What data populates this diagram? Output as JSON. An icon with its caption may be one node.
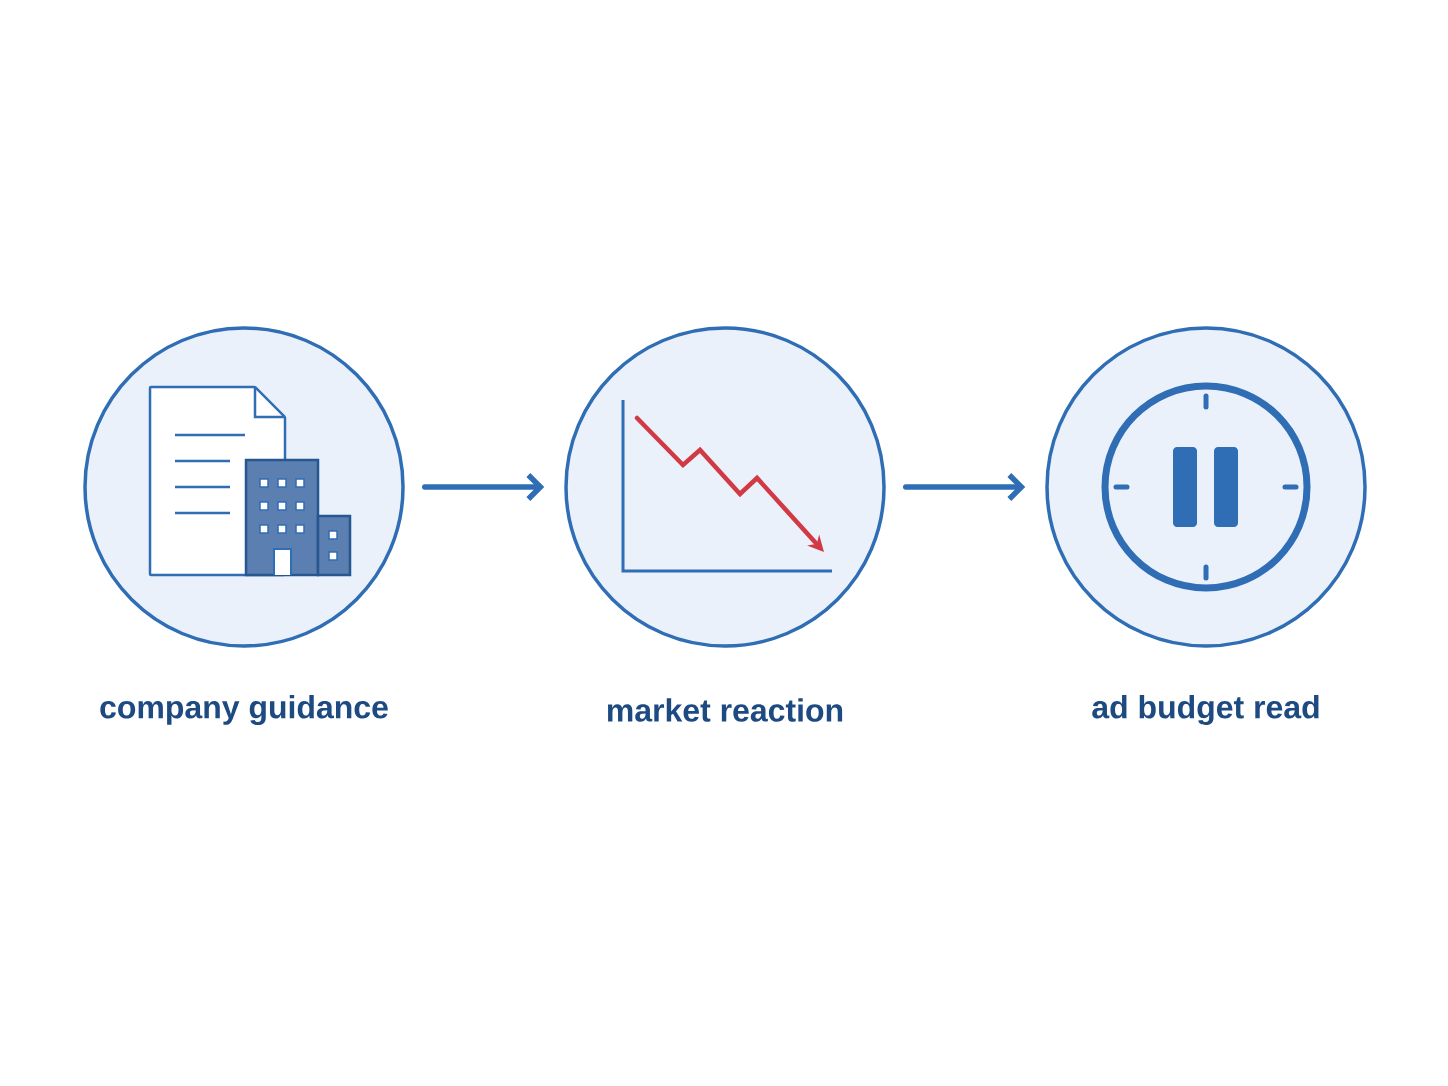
{
  "diagram": {
    "nodes": [
      {
        "text": [
          "company guidance"
        ]
      },
      {
        "text": [
          "market reaction"
        ]
      },
      {
        "text": [
          "ad budget read"
        ]
      }
    ],
    "edges": [
      {
        "from": 0,
        "to": 1,
        "arrow": "to"
      },
      {
        "from": 1,
        "to": 2,
        "arrow": "to"
      }
    ]
  }
}
